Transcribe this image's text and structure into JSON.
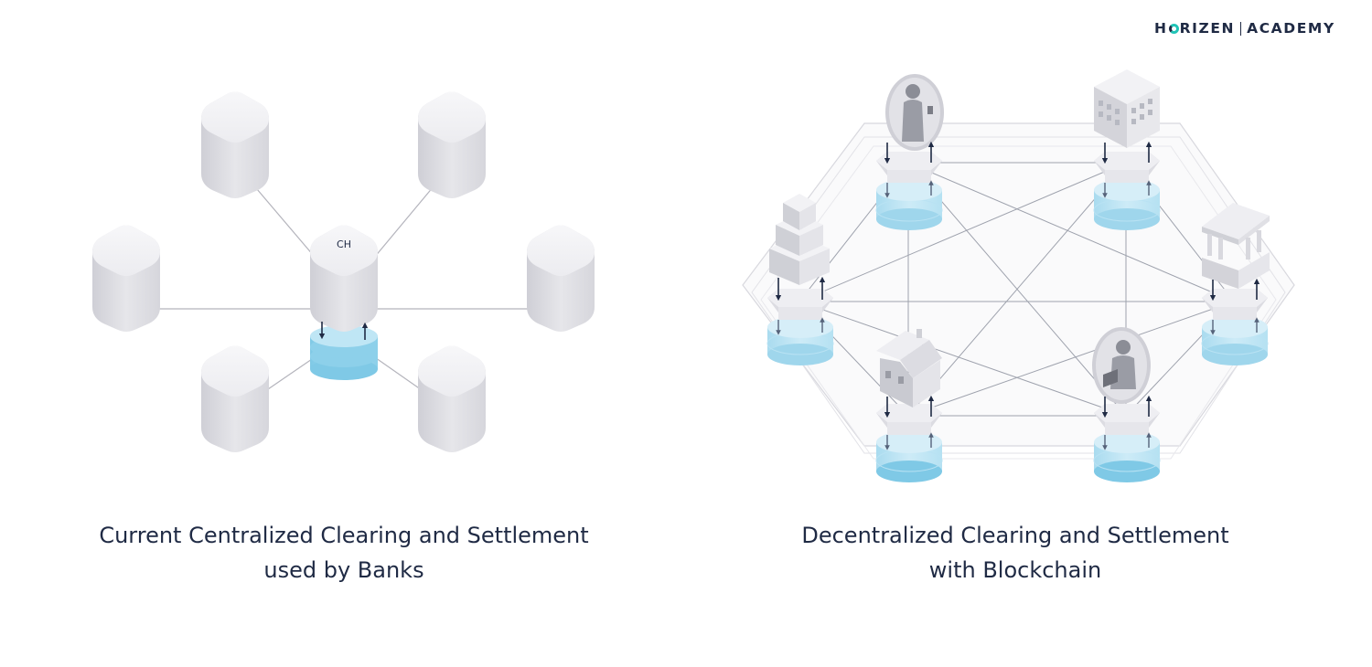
{
  "logo": {
    "brand_pre": "H",
    "brand_post": "RIZEN",
    "product": "ACADEMY"
  },
  "left_diagram": {
    "center_label": "CH",
    "caption_line1": "Current Centralized Clearing and Settlement",
    "caption_line2": "used by Banks"
  },
  "right_diagram": {
    "caption_line1": "Decentralized Clearing and Settlement",
    "caption_line2": "with Blockchain",
    "nodes": [
      "person-woman",
      "office-building",
      "skyscraper",
      "bank",
      "house",
      "person-laptop"
    ]
  },
  "colors": {
    "text": "#1f2a44",
    "database": "#a6dcef",
    "server": "#e4e4e8",
    "accent": "#21c4b7"
  }
}
